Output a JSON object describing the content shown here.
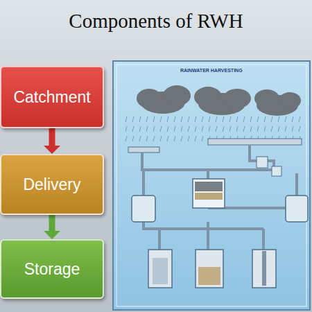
{
  "diagram": {
    "title": "Components of RWH",
    "nodes": [
      {
        "text": [
          "Catchment"
        ]
      },
      {
        "text": [
          "Delivery"
        ]
      },
      {
        "text": [
          "Storage"
        ]
      }
    ],
    "edges": [
      {
        "from": 0,
        "to": 1,
        "arrow": "to"
      },
      {
        "from": 1,
        "to": 2,
        "arrow": "to"
      }
    ],
    "labels": [
      "RAINWATER HARVESTING"
    ]
  }
}
